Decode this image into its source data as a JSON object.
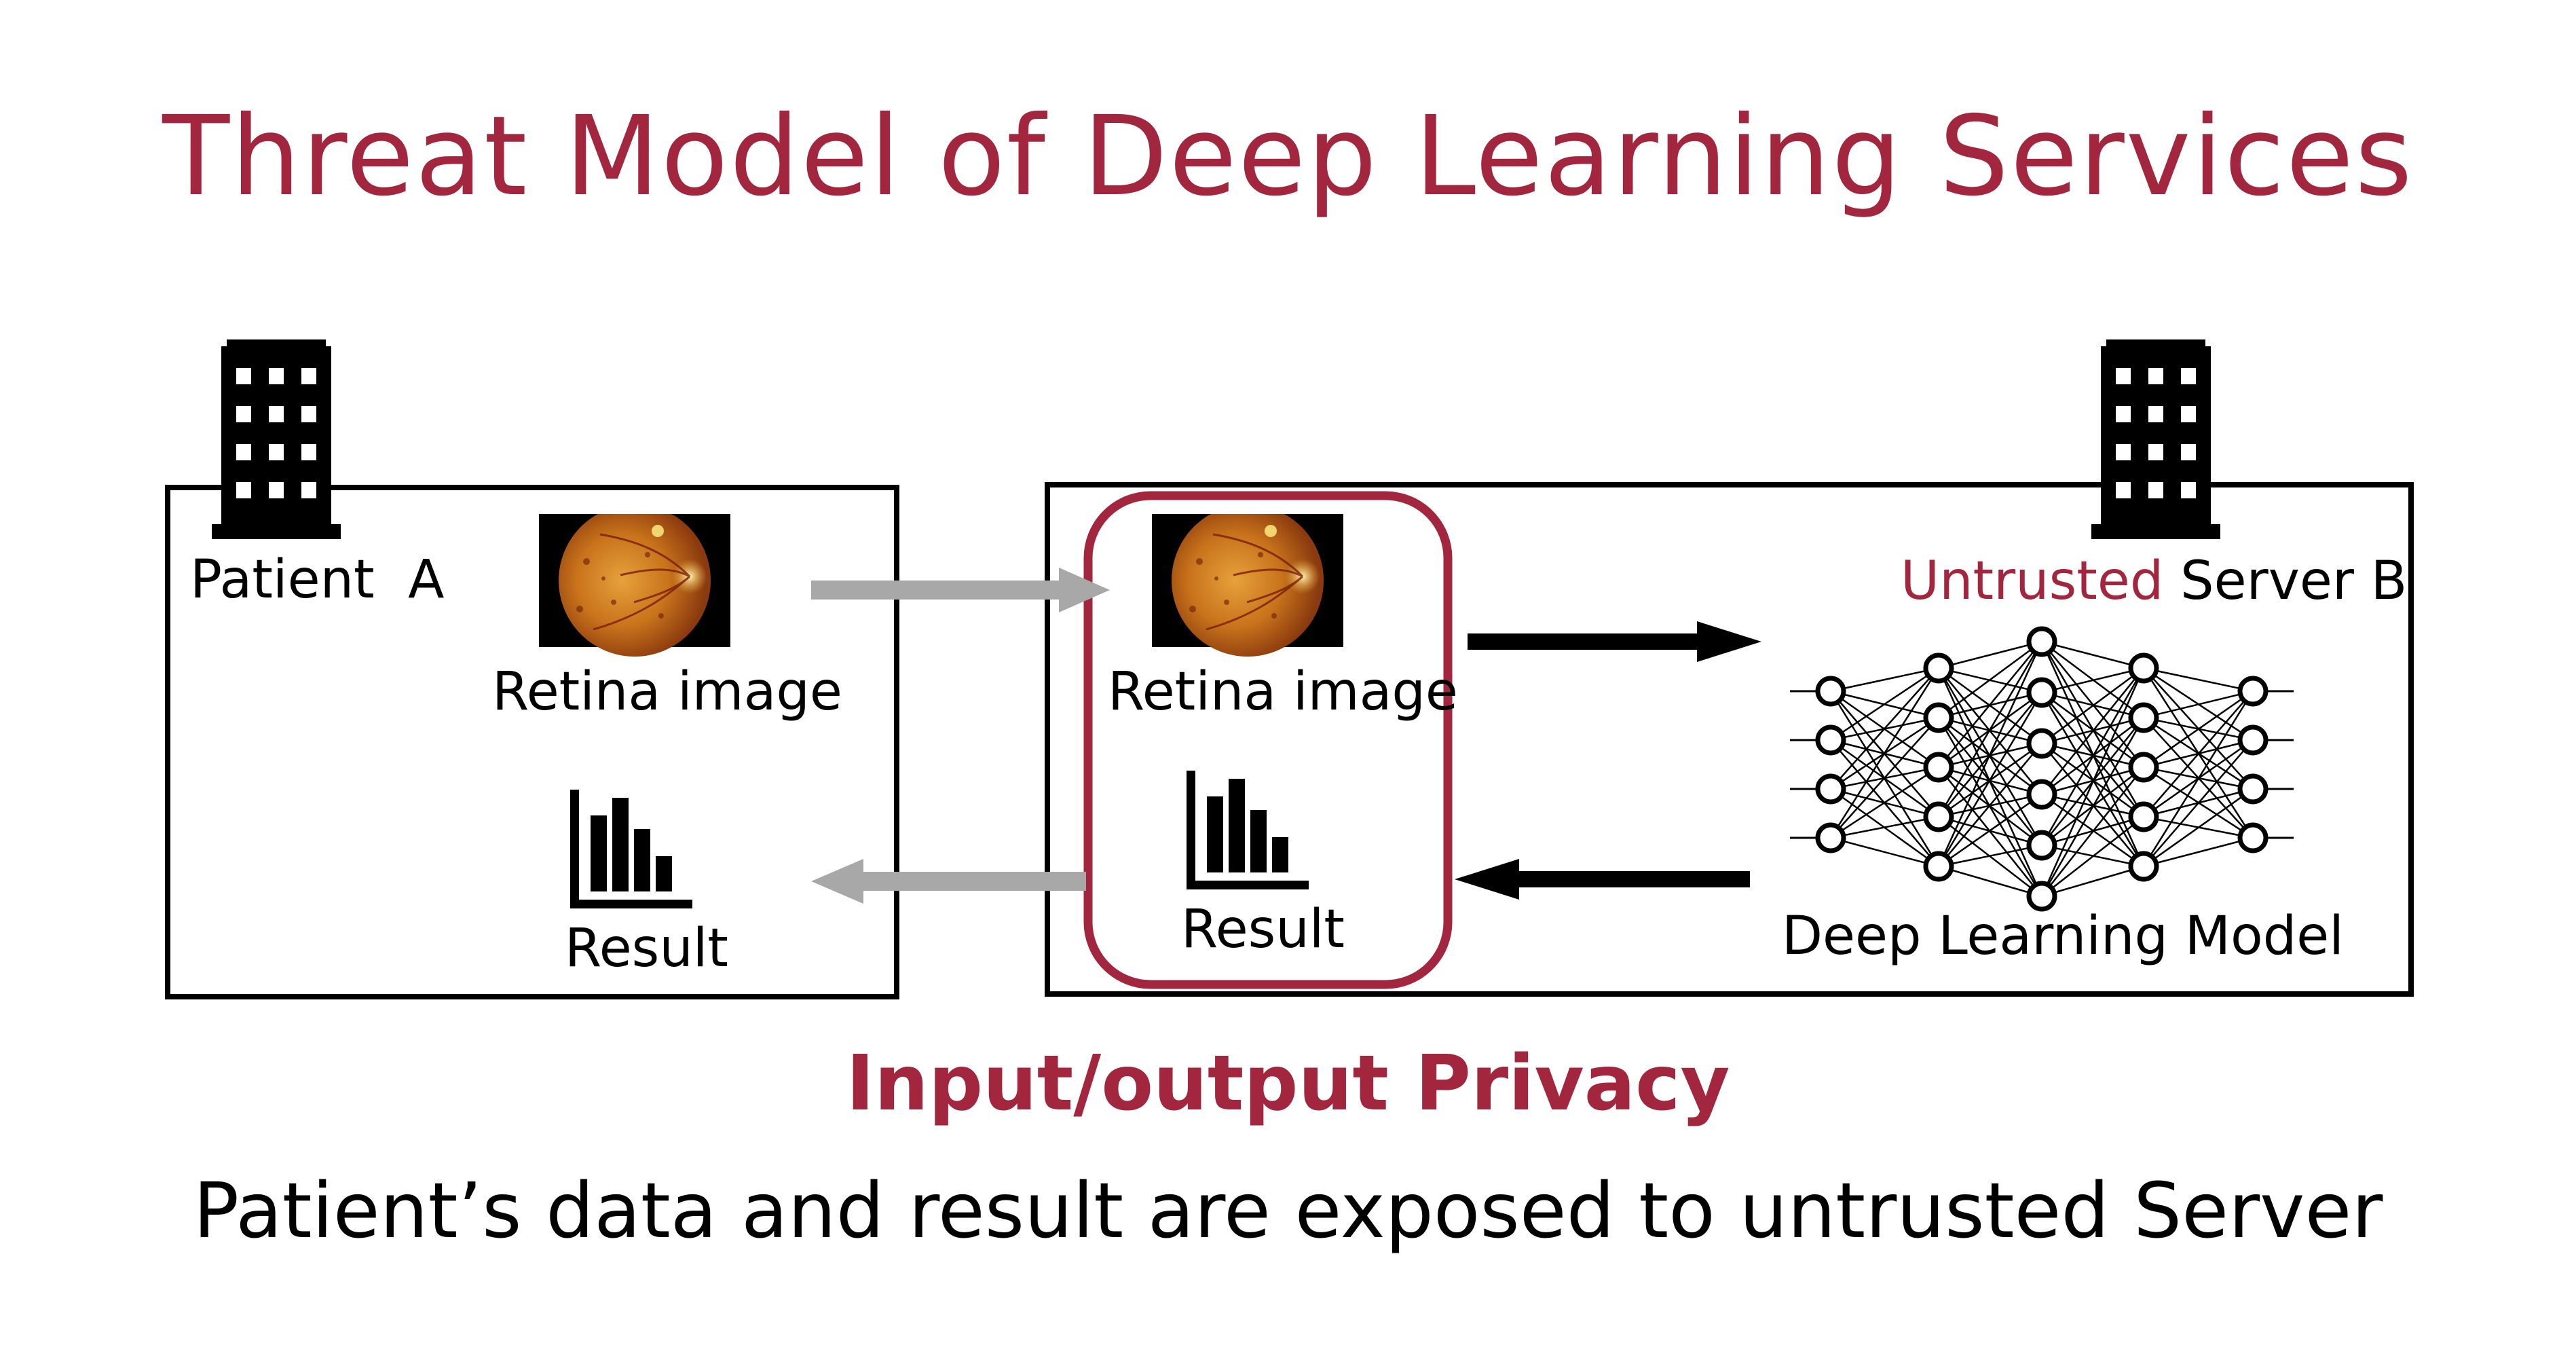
{
  "title": "Threat Model of Deep Learning Services",
  "colors": {
    "accent": "#A3263F",
    "text": "#000000",
    "arrow_gray": "#A8A8A8"
  },
  "patient_box": {
    "label": "Patient  A",
    "image_label": "Retina image",
    "result_label": "Result",
    "icons": [
      "building-icon",
      "retina-image",
      "bar-chart-icon"
    ]
  },
  "server_box": {
    "untrusted_word": "Untrusted",
    "server_label": " Server B",
    "image_label": "Retina image",
    "result_label": "Result",
    "model_label": "Deep Learning Model",
    "icons": [
      "building-icon",
      "retina-image",
      "bar-chart-icon",
      "neural-network-icon"
    ]
  },
  "privacy_heading": "Input/output Privacy",
  "bottom_text": "Patient’s data and result are exposed to untrusted Server"
}
